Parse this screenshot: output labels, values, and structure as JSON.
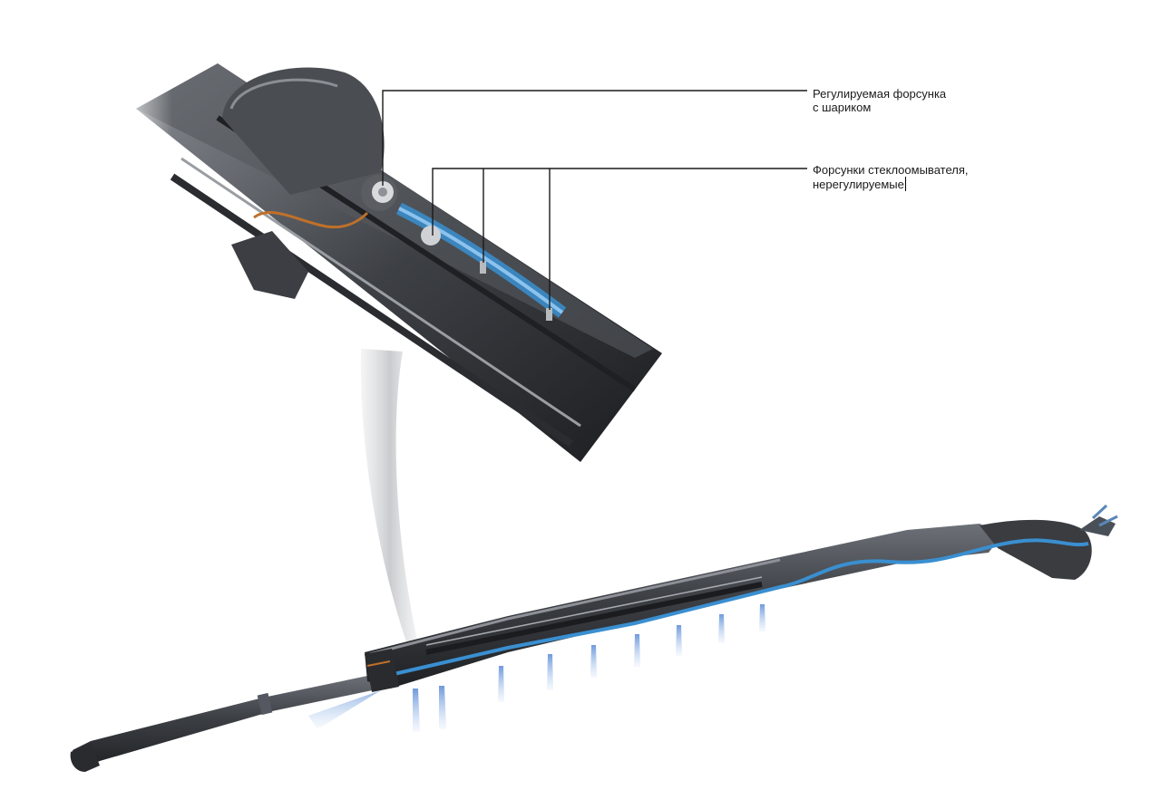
{
  "callouts": [
    {
      "line1": "Регулируемая форсунка",
      "line2": "с шариком"
    },
    {
      "line1": "Форсунки стеклоомывателя,",
      "line2": "нерегулируемые"
    }
  ],
  "colors": {
    "arm_dark": "#2e3034",
    "arm_mid": "#4a4d53",
    "arm_light": "#6a6e75",
    "hose_blue": "#3a8fd0",
    "spray_blue": "#8fb8e6",
    "leader_line": "#1a1a1a"
  },
  "icons": [
    "wiper-arm",
    "washer-nozzle",
    "spray-jet"
  ]
}
